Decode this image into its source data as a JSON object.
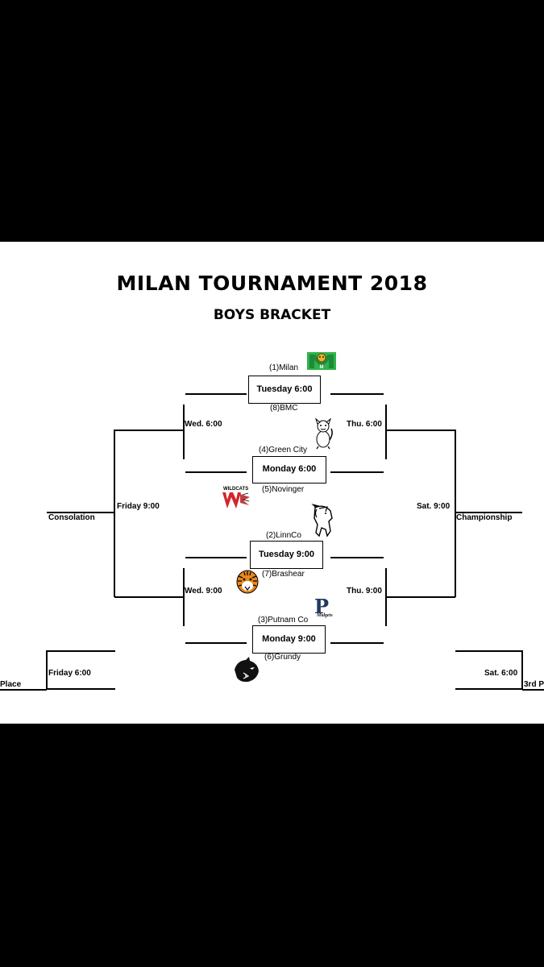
{
  "title": "MILAN TOURNAMENT 2018",
  "subtitle": "BOYS BRACKET",
  "games": {
    "tue6": "Tuesday 6:00",
    "mon6": "Monday 6:00",
    "tue9": "Tuesday 9:00",
    "mon9": "Monday 9:00",
    "wed6": "Wed. 6:00",
    "wed9": "Wed. 9:00",
    "thu6": "Thu. 6:00",
    "thu9": "Thu. 9:00",
    "fri9": "Friday 9:00",
    "sat9": "Sat. 9:00",
    "fri6": "Friday 6:00",
    "sat6": "Sat. 6:00"
  },
  "teams": {
    "milan": "(1)Milan",
    "bmc": "(8)BMC",
    "green_city": "(4)Green City",
    "novinger": "(5)Novinger",
    "linnco": "(2)LinnCo",
    "brashear": "(7)Brashear",
    "putnam": "(3)Putnam Co",
    "grundy": "(6)Grundy"
  },
  "labels": {
    "consolation": "Consolation",
    "championship": "Championship",
    "left_place": "Place",
    "right_place": "3rd P"
  },
  "logos": {
    "milan_text": "M",
    "novinger_text": "WILDCATS",
    "putnam_letter": "P",
    "putnam_word": "Midgets"
  },
  "colors": {
    "milan_green": "#2fb34a",
    "novinger_red": "#d4252a",
    "putnam_navy": "#1f3a5f",
    "tiger_orange": "#e8891c"
  }
}
